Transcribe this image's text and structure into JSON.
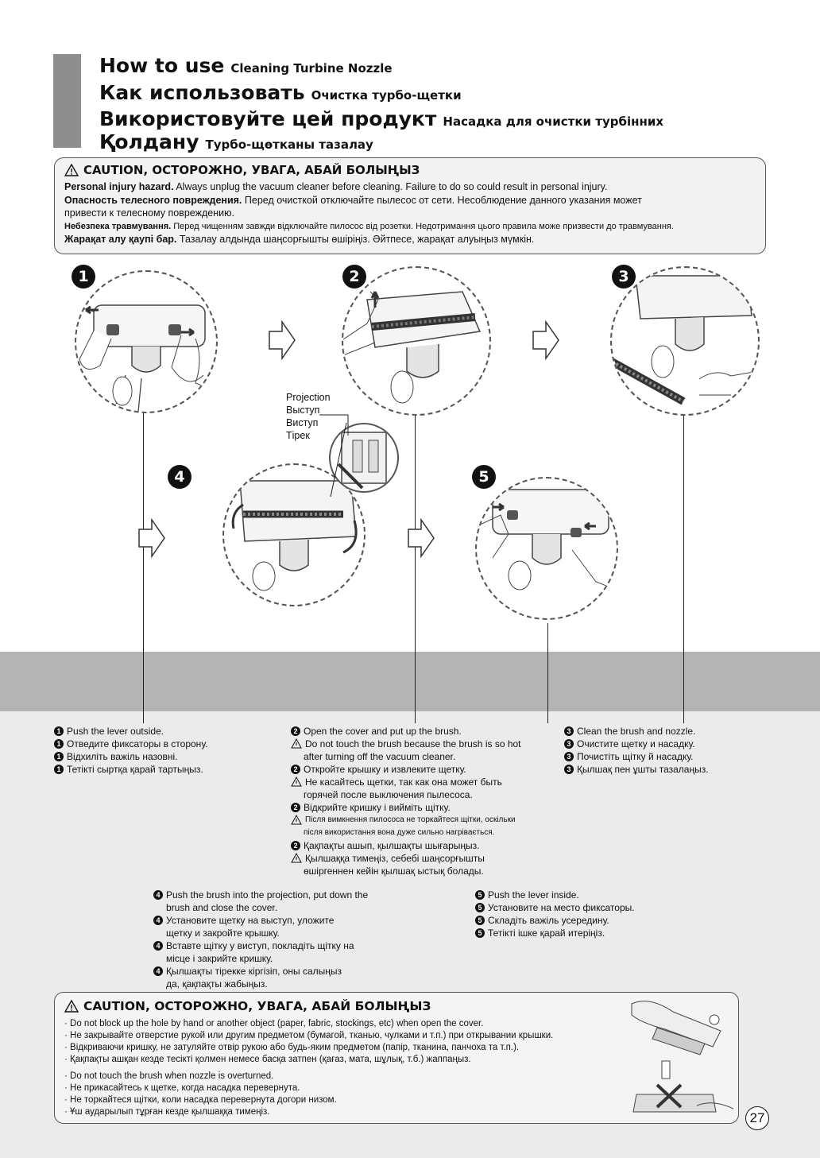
{
  "header": {
    "lines": [
      {
        "big": "How to use",
        "small": "Cleaning Turbine Nozzle"
      },
      {
        "big": "Как использовать",
        "small": "Очистка турбо-щетки"
      },
      {
        "big": "Використовуйте цей продукт",
        "small": "Насадка для очистки турбінних"
      },
      {
        "big": "Қолдану",
        "small": "Турбо-щөтканы тазалау"
      }
    ]
  },
  "caution_top": {
    "title": "CAUTION, ОСТОРОЖНО, УВАГА, АБАЙ БОЛЫҢЫЗ",
    "lines": [
      {
        "bold": "Personal injury hazard.",
        "text": " Always unplug the vacuum cleaner before cleaning. Failure to do so could result in personal injury."
      },
      {
        "bold": "Опасность телесного повреждения.",
        "text": " Перед очисткой отключайте пылесос от сети. Несоблюдение данного указания может"
      },
      {
        "bold": "",
        "text": "привести к телесному повреждению."
      },
      {
        "bold": "Небезпека травмування.",
        "text": " Перед чищенням завжди відключайте пилосос від розетки. Недотримання цього правила може призвести до травмування."
      },
      {
        "bold": "Жарақат алу қаупі бар.",
        "text": " Тазалау алдында шаңсорғышты өшіріңіз. Әйтпесе, жарақат алуыңыз мүмкін."
      }
    ]
  },
  "steps": {
    "n1": "1",
    "n2": "2",
    "n3": "3",
    "n4": "4",
    "n5": "5"
  },
  "projection_label": [
    "Projection",
    "Выступ",
    "Виступ",
    "Тірек"
  ],
  "step1": [
    "Push the lever outside.",
    "Отведите фиксаторы в сторону.",
    "Відхиліть важіль назовні.",
    "Тетікті сыртқа қарай тартыңыз."
  ],
  "step2": {
    "l1": "Open the cover and put up the brush.",
    "w1a": "Do not touch the brush because the brush is so hot",
    "w1b": "after turning off the vacuum cleaner.",
    "l2": "Откройте крышку и извлеките щетку.",
    "w2a": "Не касайтесь щетки, так как она может быть",
    "w2b": "горячей после выключения пылесоса.",
    "l3": "Відкрийте кришку і вийміть щітку.",
    "w3a": "Після вимкнення пилососа не торкайтеся щітки, оскільки",
    "w3b": "після використання вона дуже сильно нагрівається.",
    "l4": "Қақпақты ашып, қылшақты шығарыңыз.",
    "w4a": "Қылшаққа тимеңіз, себебі шаңсорғышты",
    "w4b": "өшіргеннен кейін қылшақ ыстық болады."
  },
  "step3": [
    "Clean the brush and nozzle.",
    "Очистите щетку и насадку.",
    "Почистіть щітку й насадку.",
    "Қылшақ пен ұшты тазалаңыз."
  ],
  "step4": {
    "a1": "Push the brush into the projection, put down the",
    "a2": "brush and close the cover.",
    "b1": "Установите щетку на выступ, уложите",
    "b2": "щетку и закройте крышку.",
    "c1": "Вставте щітку у виступ, покладіть щітку на",
    "c2": "місце і закрийте кришку.",
    "d1": "Қылшақты тірекке кіргізіп, оны салыңыз",
    "d2": "да, қақпақты жабыңыз."
  },
  "step5": [
    "Push the lever inside.",
    "Установите на место фиксаторы.",
    "Складіть важіль усередину.",
    "Тетікті ішке қарай итеріңіз."
  ],
  "caution_bottom": {
    "title": "CAUTION, ОСТОРОЖНО, УВАГА, АБАЙ БОЛЫҢЫЗ",
    "group1": [
      "· Do not block up the hole by hand or another object (paper, fabric, stockings, etc) when open the cover.",
      "· Не закрывайте отверстие рукой или другим предметом (бумагой, тканью, чулками и т.п.) при открывании крышки.",
      "· Відкриваючи кришку, не затуляйте отвір рукою або будь-яким предметом (папір, тканина, панчоха та т.п.).",
      "· Қақпақты ашқан кезде тесікті қолмен немесе басқа затпен (қағаз, мата, шұлық, т.б.) жаппаңыз."
    ],
    "group2": [
      "· Do not touch the brush when nozzle is overturned.",
      "· Не прикасайтесь к щетке, когда насадка перевернута.",
      "· Не торкайтеся щітки, коли насадка перевернута догори низом.",
      "· Ұш аударылып тұрған кезде қылшаққа тимеңіз."
    ]
  },
  "page_number": "27"
}
